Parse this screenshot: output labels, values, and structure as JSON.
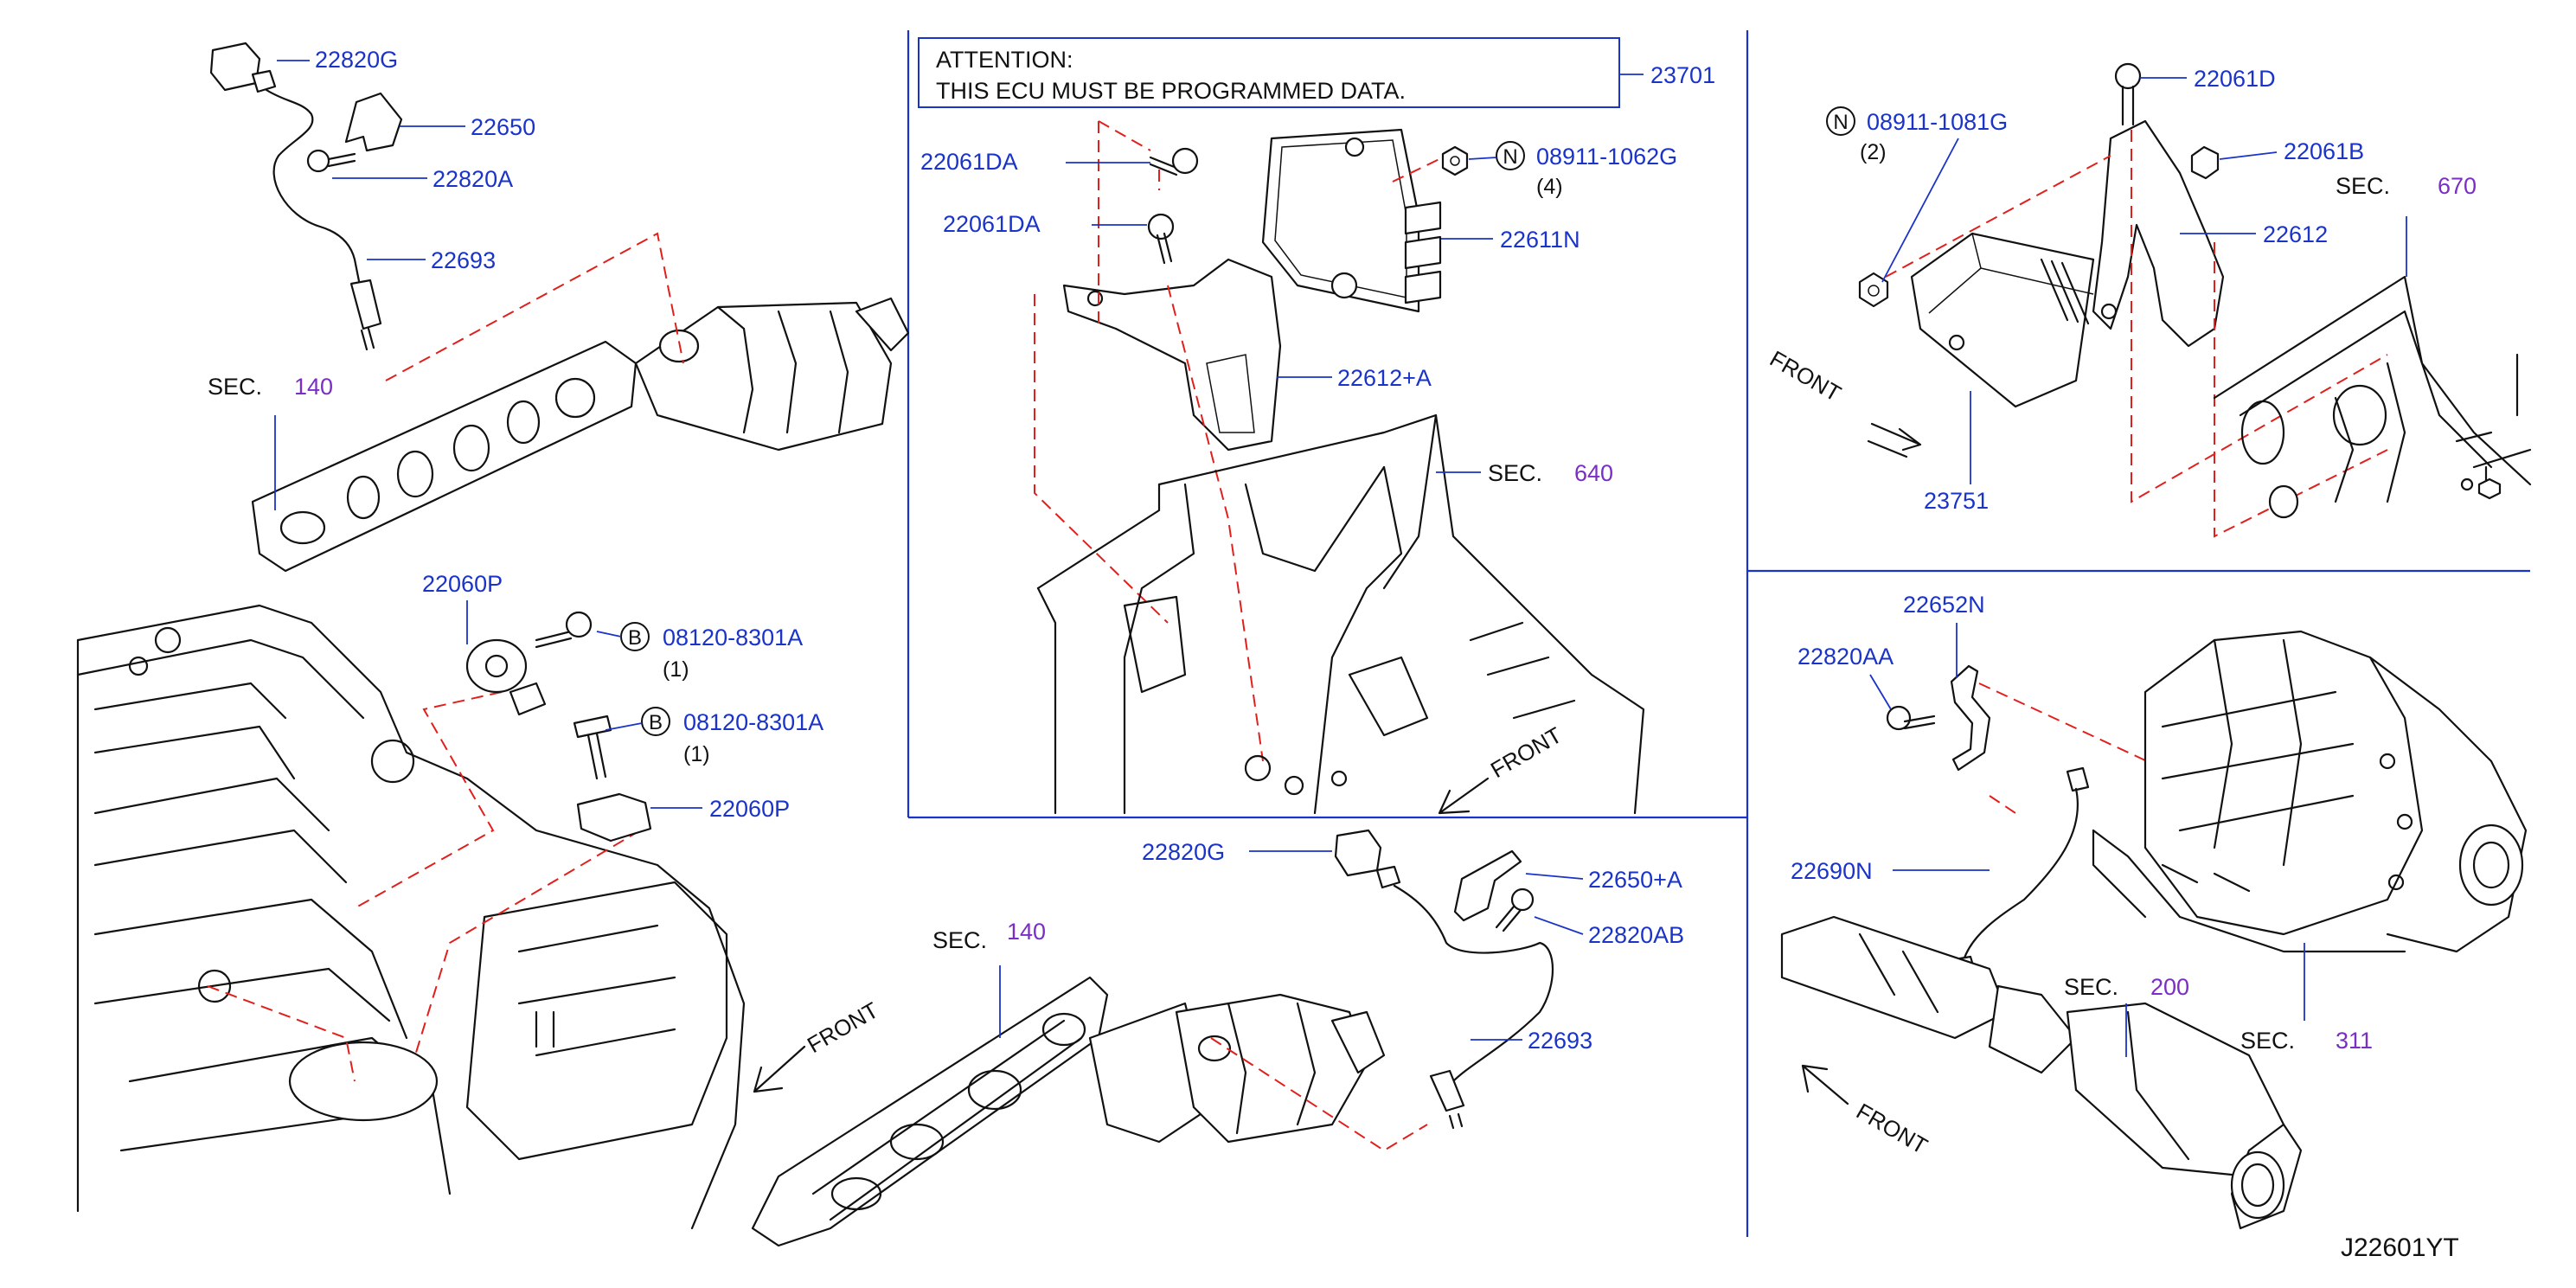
{
  "diagram_id": "J22601YT",
  "attention": {
    "line1": "ATTENTION:",
    "line2": "THIS  ECU  MUST  BE  PROGRAMMED  DATA."
  },
  "front_label": "FRONT",
  "sec_word": "SEC.",
  "sections": {
    "s140a": "140",
    "s140b": "140",
    "s640": "640",
    "s670": "670",
    "s200": "200",
    "s311": "311"
  },
  "circle_letters": {
    "n1": "N",
    "n2": "N",
    "b1": "B",
    "b2": "B"
  },
  "parts": {
    "p22820G_a": "22820G",
    "p22650": "22650",
    "p22820A": "22820A",
    "p22693_a": "22693",
    "p22060P_a": "22060P",
    "p08120_a": "08120-8301A",
    "q08120_a": "(1)",
    "p08120_b": "08120-8301A",
    "q08120_b": "(1)",
    "p22060P_b": "22060P",
    "p23701": "23701",
    "p22061DA_a": "22061DA",
    "p22061DA_b": "22061DA",
    "p08911_1062G": "08911-1062G",
    "q08911_1062G": "(4)",
    "p22611N": "22611N",
    "p22612A": "22612+A",
    "p22820G_b": "22820G",
    "p22650A": "22650+A",
    "p22820AB": "22820AB",
    "p22693_b": "22693",
    "p08911_1081G": "08911-1081G",
    "q08911_1081G": "(2)",
    "p22061D": "22061D",
    "p22061B": "22061B",
    "p22612": "22612",
    "p23751": "23751",
    "p22652N": "22652N",
    "p22820AA": "22820AA",
    "p22690N": "22690N"
  }
}
